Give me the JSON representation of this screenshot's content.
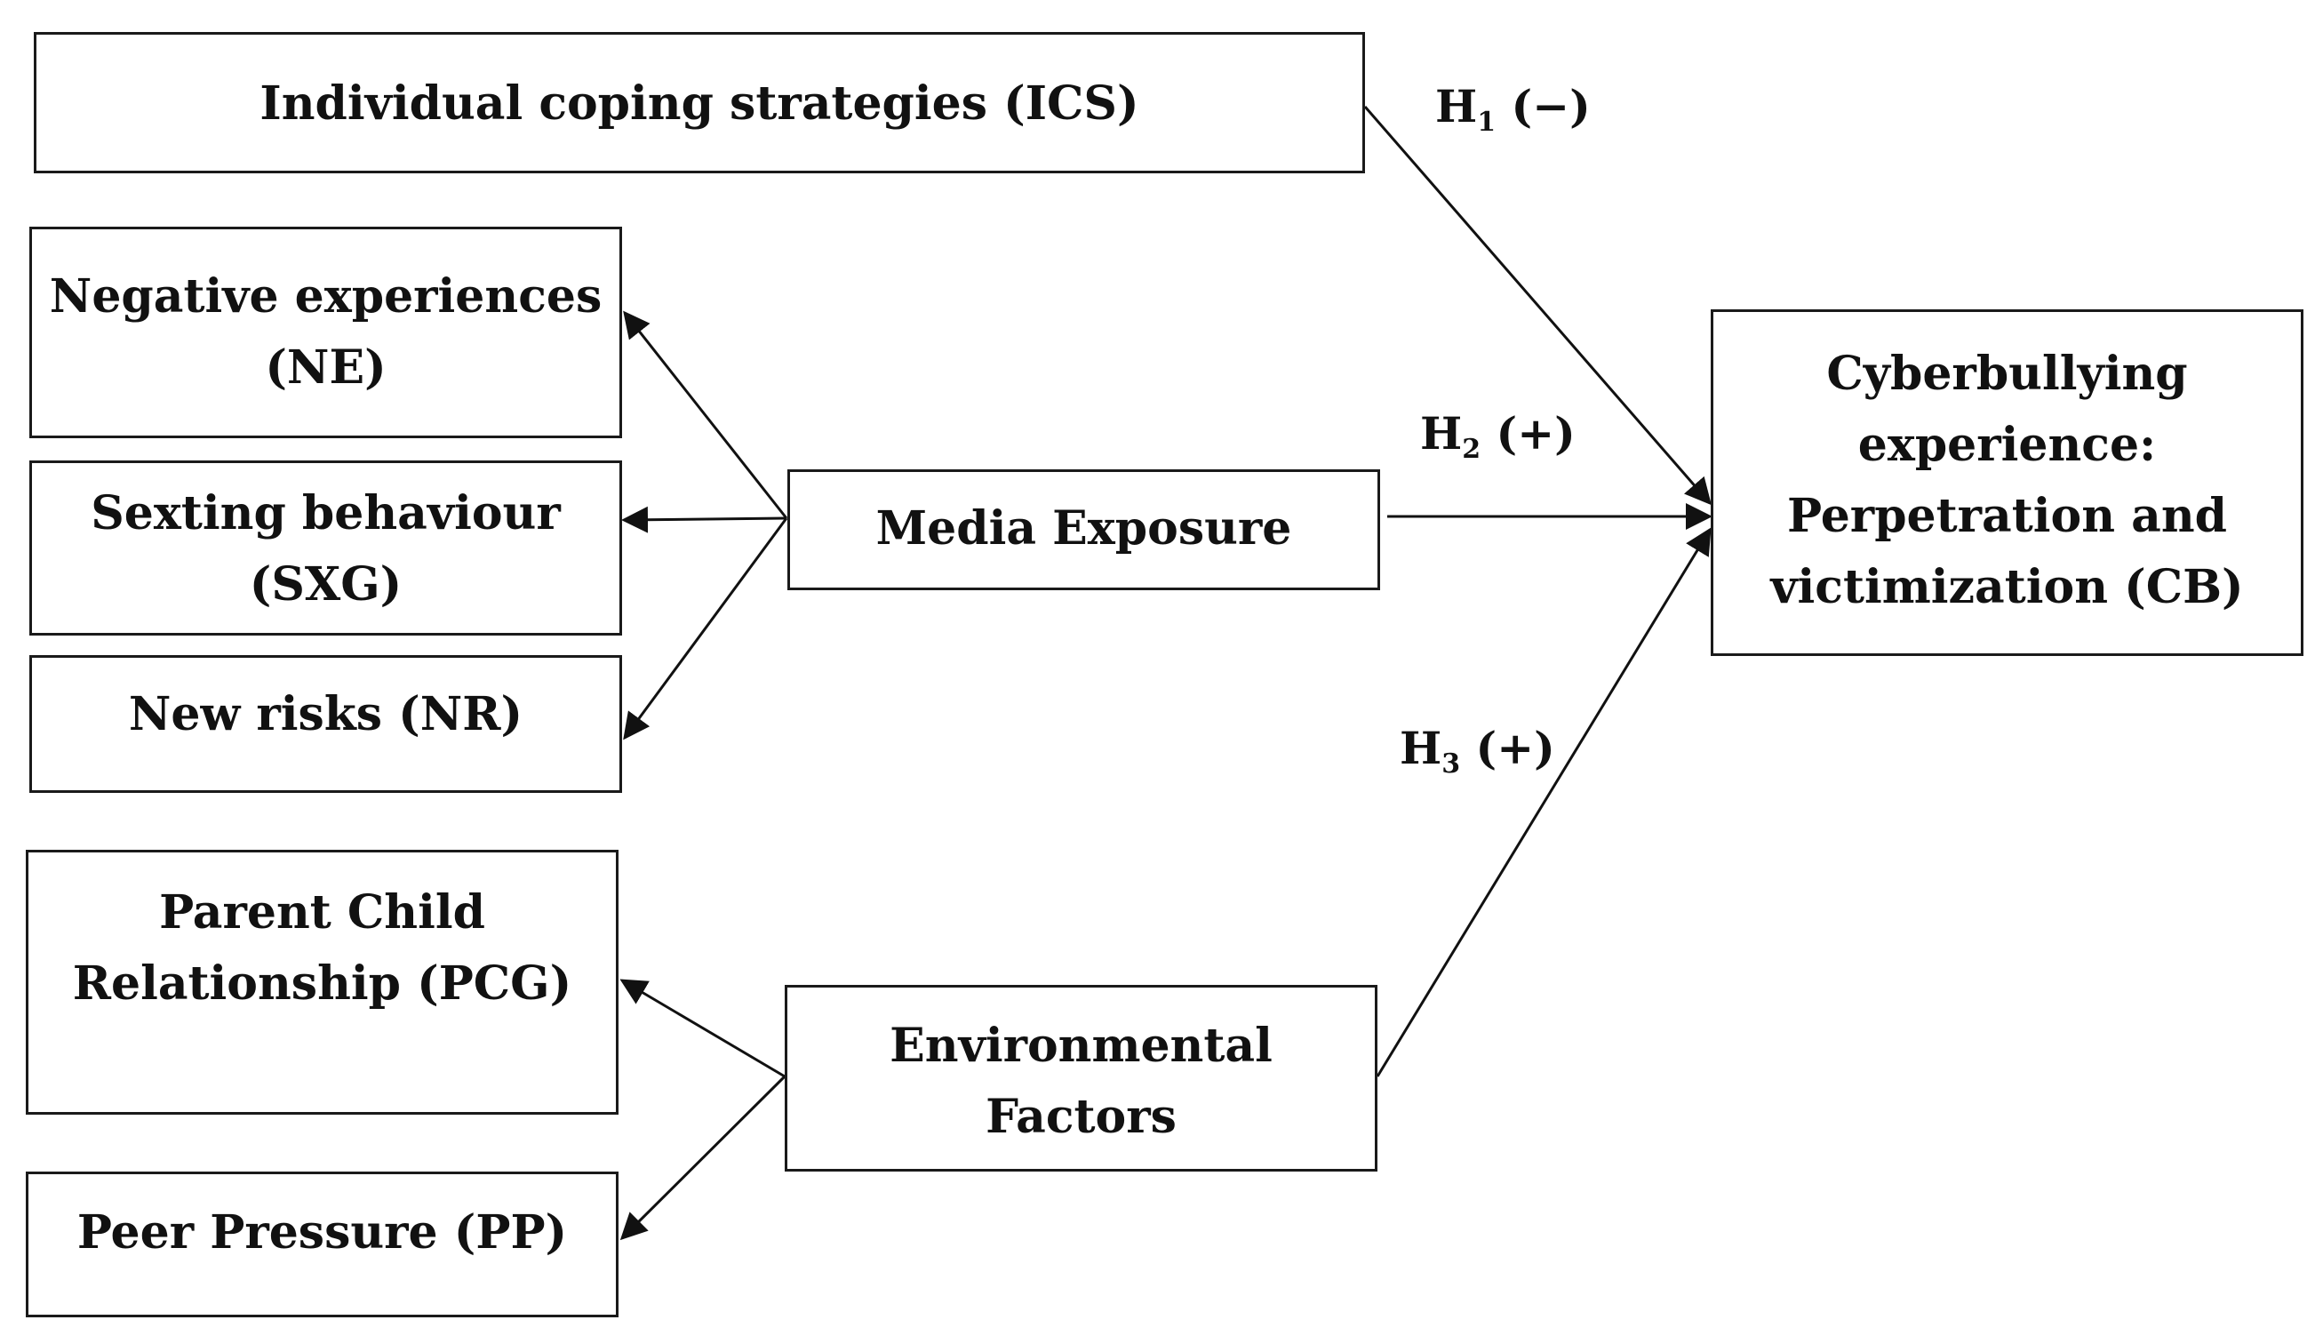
{
  "nodes": {
    "ics": {
      "lines": [
        "Individual coping strategies (ICS)"
      ]
    },
    "ne": {
      "lines": [
        "Negative experiences",
        "(NE)"
      ]
    },
    "sxg": {
      "lines": [
        "Sexting behaviour",
        "(SXG)"
      ]
    },
    "nr": {
      "lines": [
        "New risks (NR)"
      ]
    },
    "media": {
      "lines": [
        "Media Exposure"
      ]
    },
    "pcg": {
      "lines": [
        "Parent Child",
        "Relationship (PCG)"
      ]
    },
    "pp": {
      "lines": [
        "Peer Pressure (PP)"
      ]
    },
    "env": {
      "lines": [
        "Environmental Factors"
      ]
    },
    "cb": {
      "lines": [
        "Cyberbullying",
        "experience:",
        "Perpetration and",
        "victimization (CB)"
      ]
    }
  },
  "hypotheses": [
    {
      "letter": "H",
      "sub": "1",
      "sign": "(−)"
    },
    {
      "letter": "H",
      "sub": "2",
      "sign": "(+)"
    },
    {
      "letter": "H",
      "sub": "3",
      "sign": "(+)"
    }
  ]
}
